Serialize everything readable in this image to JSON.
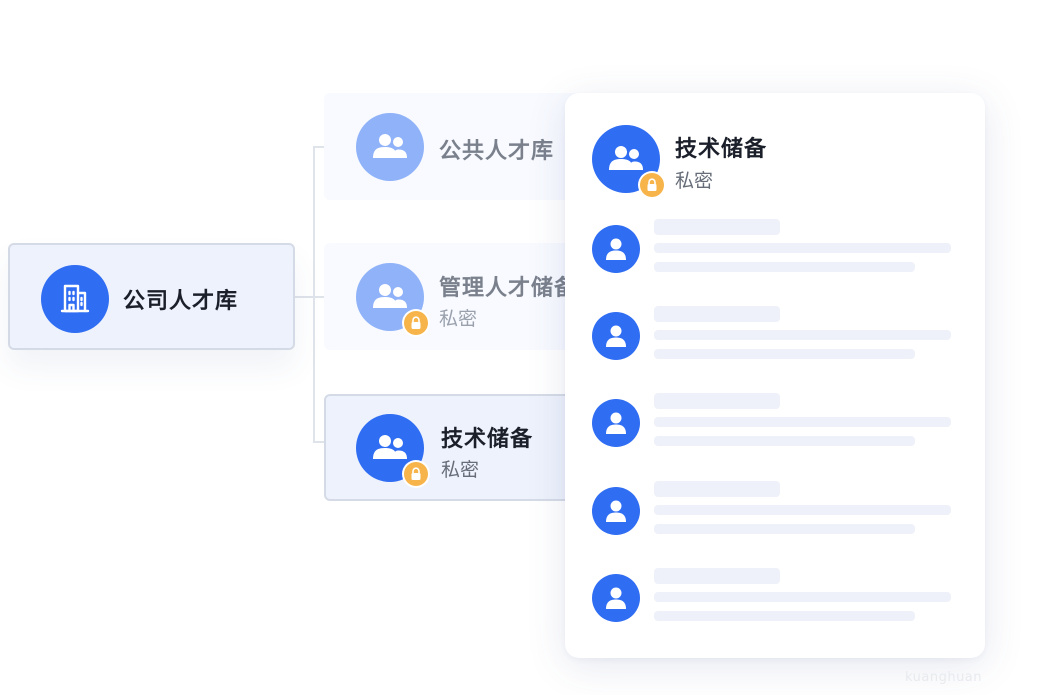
{
  "root": {
    "label": "公司人才库",
    "icon": "building-icon"
  },
  "branches": [
    {
      "title": "公共人才库",
      "subtitle": "",
      "locked": false
    },
    {
      "title": "管理人才储备",
      "subtitle": "私密",
      "locked": true
    },
    {
      "title": "技术储备",
      "subtitle": "私密",
      "locked": true
    }
  ],
  "panel": {
    "title": "技术储备",
    "subtitle": "私密",
    "icon": "users-icon",
    "members_count_visible": 5
  },
  "watermark": "kuanghuan",
  "colors": {
    "accent": "#2f6df3",
    "accent_pale": "#8fb2f9",
    "lock": "#f6b44a",
    "node_bg": "#eef2fc",
    "skeleton": "#eef1f9"
  }
}
